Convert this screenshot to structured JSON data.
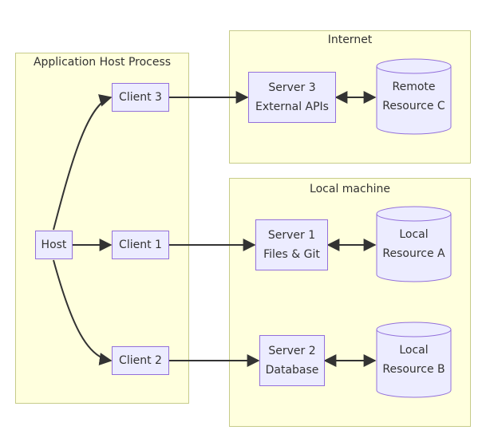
{
  "groups": {
    "host_process": {
      "title": "Application Host Process"
    },
    "internet": {
      "title": "Internet"
    },
    "local_machine": {
      "title": "Local machine"
    }
  },
  "nodes": {
    "host": {
      "label": "Host"
    },
    "client1": {
      "label": "Client 1"
    },
    "client2": {
      "label": "Client 2"
    },
    "client3": {
      "label": "Client 3"
    },
    "server1": {
      "line1": "Server 1",
      "line2": "Files & Git"
    },
    "server2": {
      "line1": "Server 2",
      "line2": "Database"
    },
    "server3": {
      "line1": "Server 3",
      "line2": "External APIs"
    },
    "resource_a": {
      "line1": "Local",
      "line2": "Resource A"
    },
    "resource_b": {
      "line1": "Local",
      "line2": "Resource B"
    },
    "resource_c": {
      "line1": "Remote",
      "line2": "Resource C"
    }
  },
  "edges": [
    {
      "from": "host",
      "to": "client1",
      "type": "arrow"
    },
    {
      "from": "host",
      "to": "client2",
      "type": "arrow"
    },
    {
      "from": "host",
      "to": "client3",
      "type": "arrow"
    },
    {
      "from": "client1",
      "to": "server1",
      "type": "arrow"
    },
    {
      "from": "client2",
      "to": "server2",
      "type": "arrow"
    },
    {
      "from": "client3",
      "to": "server3",
      "type": "arrow"
    },
    {
      "from": "server1",
      "to": "resource_a",
      "type": "bidirectional"
    },
    {
      "from": "server2",
      "to": "resource_b",
      "type": "bidirectional"
    },
    {
      "from": "server3",
      "to": "resource_c",
      "type": "bidirectional"
    }
  ],
  "colors": {
    "group_fill": "#ffffde",
    "group_stroke": "#c7cc8a",
    "node_fill": "#ececff",
    "node_stroke": "#9370db",
    "edge": "#333333",
    "text": "#333333"
  }
}
